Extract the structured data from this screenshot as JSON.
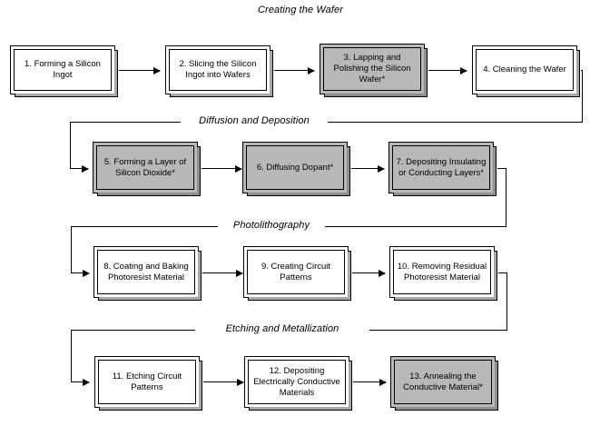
{
  "diagram": {
    "title": "Creating the Wafer",
    "sections": [
      {
        "id": "creating",
        "label": "Creating the Wafer"
      },
      {
        "id": "diffusion",
        "label": "Diffusion and Deposition"
      },
      {
        "id": "photo",
        "label": "Photolithography"
      },
      {
        "id": "etching",
        "label": "Etching and Metallization"
      }
    ],
    "colors": {
      "box_white": "#ffffff",
      "box_gray": "#b8b8b8",
      "shadow_white": "#a8a8a8",
      "shadow_gray": "#8f8f8f",
      "line": "#000000"
    },
    "steps": [
      {
        "num": "1",
        "label": "1. Forming a Silicon Ingot",
        "fill": "white"
      },
      {
        "num": "2",
        "label": "2. Slicing the Silicon Ingot into Wafers",
        "fill": "white"
      },
      {
        "num": "3",
        "label": "3. Lapping and Polishing the Silicon Wafer*",
        "fill": "gray"
      },
      {
        "num": "4",
        "label": "4. Cleaning the Wafer",
        "fill": "white"
      },
      {
        "num": "5",
        "label": "5. Forming a Layer of Silicon Dioxide*",
        "fill": "gray"
      },
      {
        "num": "6",
        "label": "6. Diffusing Dopant*",
        "fill": "gray"
      },
      {
        "num": "7",
        "label": "7. Depositing Insulating or Conducting Layers*",
        "fill": "gray"
      },
      {
        "num": "8",
        "label": "8. Coating and Baking Photoresist Material",
        "fill": "white"
      },
      {
        "num": "9",
        "label": "9. Creating Circuit Patterns",
        "fill": "white"
      },
      {
        "num": "10",
        "label": "10. Removing Residual Photoresist Material",
        "fill": "white"
      },
      {
        "num": "11",
        "label": "11. Etching Circuit Patterns",
        "fill": "white"
      },
      {
        "num": "12",
        "label": "12. Depositing Electrically Conductive Materials",
        "fill": "white"
      },
      {
        "num": "13",
        "label": "13. Annealing the Conductive Material*",
        "fill": "gray"
      }
    ]
  }
}
